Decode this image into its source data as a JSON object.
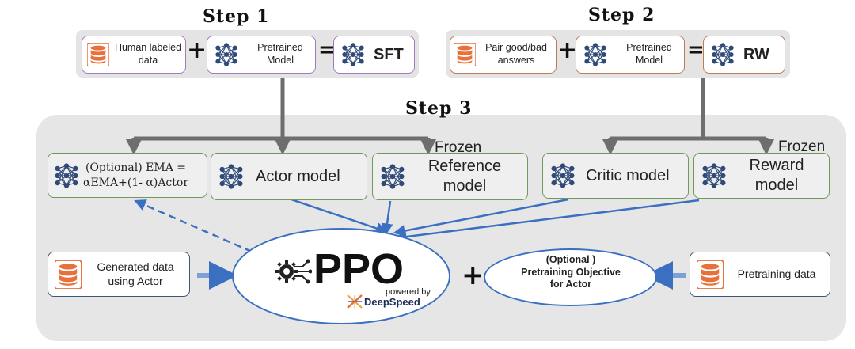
{
  "step1": {
    "title": "Step 1",
    "human_data": "Human labeled data",
    "pretrained": "Pretrained Model",
    "plus": "+",
    "equals": "=",
    "result": "SFT"
  },
  "step2": {
    "title": "Step 2",
    "pair_data": "Pair good/bad answers",
    "pretrained": "Pretrained Model",
    "plus": "+",
    "equals": "=",
    "result": "RW"
  },
  "step3": {
    "title": "Step 3",
    "frozen_left": "Frozen",
    "frozen_right": "Frozen",
    "ema_line1": "(Optional) EMA =",
    "ema_line2": "αEMA+(1- α)Actor",
    "actor": "Actor model",
    "reference": "Reference model",
    "critic": "Critic model",
    "reward": "Reward model",
    "generated": "Generated data using Actor",
    "ppo": "PPO",
    "powered_by": "powered by",
    "deepspeed": "DeepSpeed",
    "plus": "+",
    "optional": "(Optional )",
    "pretraining_obj": "Pretraining Objective for Actor",
    "pretraining_data": "Pretraining data"
  },
  "colors": {
    "arrow_gray": "#6e6e6e",
    "arrow_blue": "#3a6fc1",
    "db_orange": "#e8703a",
    "nn_navy": "#2f4a78"
  },
  "icons": [
    "database-icon",
    "neural-network-icon",
    "gear-chip-icon",
    "deepspeed-logo-icon"
  ]
}
